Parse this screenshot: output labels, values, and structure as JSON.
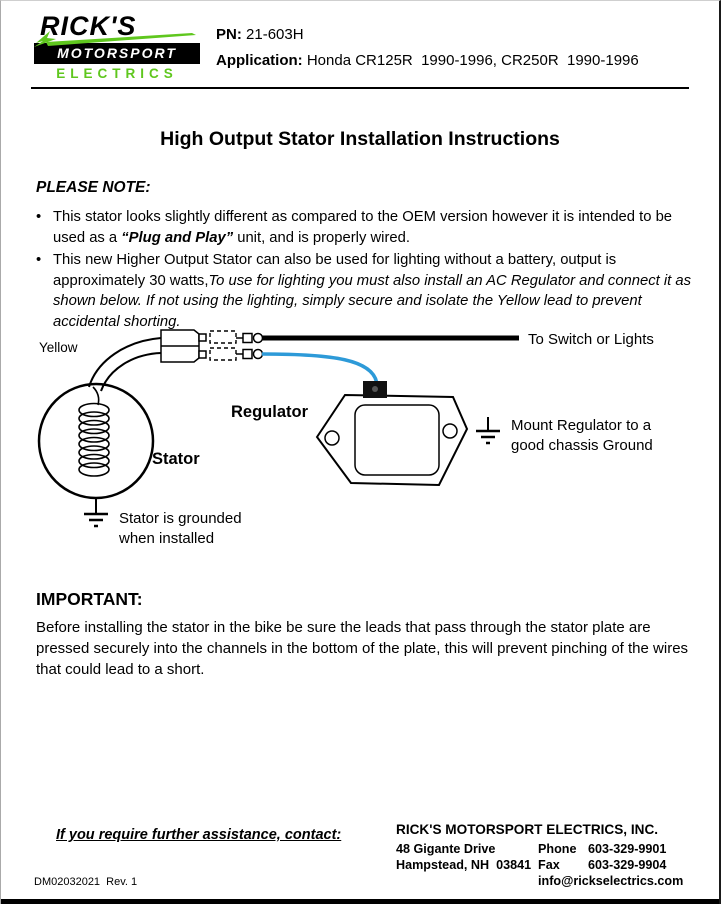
{
  "colors": {
    "brand_green": "#5fc71e",
    "wire_blue": "#2d9ad8"
  },
  "logo": {
    "line1": "RICK'S",
    "line2": "MOTORSPORT",
    "line3": "ELECTRICS"
  },
  "header": {
    "pn_label": "PN:",
    "pn_value": "21-603H",
    "app_label": "Application:",
    "app_value": "Honda CR125R  1990-1996, CR250R  1990-1996"
  },
  "title": "High Output Stator Installation Instructions",
  "notes": {
    "heading": "PLEASE NOTE:",
    "bullet_char": "•",
    "bullet1_pre": "This stator looks slightly different as compared to the OEM version however it is intended to be used as a ",
    "bullet1_em": "“Plug and Play”",
    "bullet1_post": " unit, and is properly wired.",
    "bullet2_pre": "This new Higher Output Stator can also be used for lighting without a battery, output is approximately 30 watts,",
    "bullet2_italic": "To use for lighting you must also install an AC Regulator and connect it as shown below. If not using the lighting, simply secure and isolate the Yellow lead to prevent accidental shorting."
  },
  "diagram": {
    "yellow_label": "Yellow",
    "stator_label": "Stator",
    "regulator_label": "Regulator",
    "switch_label": "To Switch or Lights",
    "mount_line1": "Mount Regulator to a",
    "mount_line2": "good chassis Ground",
    "stator_ground_line1": "Stator is grounded",
    "stator_ground_line2": "when installed"
  },
  "important": {
    "heading": "IMPORTANT:",
    "body": "Before installing the stator in the bike be sure the leads that pass through the stator plate are pressed securely into the channels in the bottom of the plate, this will prevent pinching of the wires that could lead to a short."
  },
  "footer": {
    "assistance": "If you require further assistance, contact:",
    "company": "RICK'S MOTORSPORT ELECTRICS, INC.",
    "address_line1": "48 Gigante Drive",
    "address_line2": "Hampstead, NH  03841",
    "phone_label": "Phone",
    "phone_value": "603-329-9901",
    "fax_label": "Fax",
    "fax_value": "603-329-9904",
    "email": "info@rickselectrics.com",
    "doc_number": "DM02032021  Rev. 1"
  }
}
